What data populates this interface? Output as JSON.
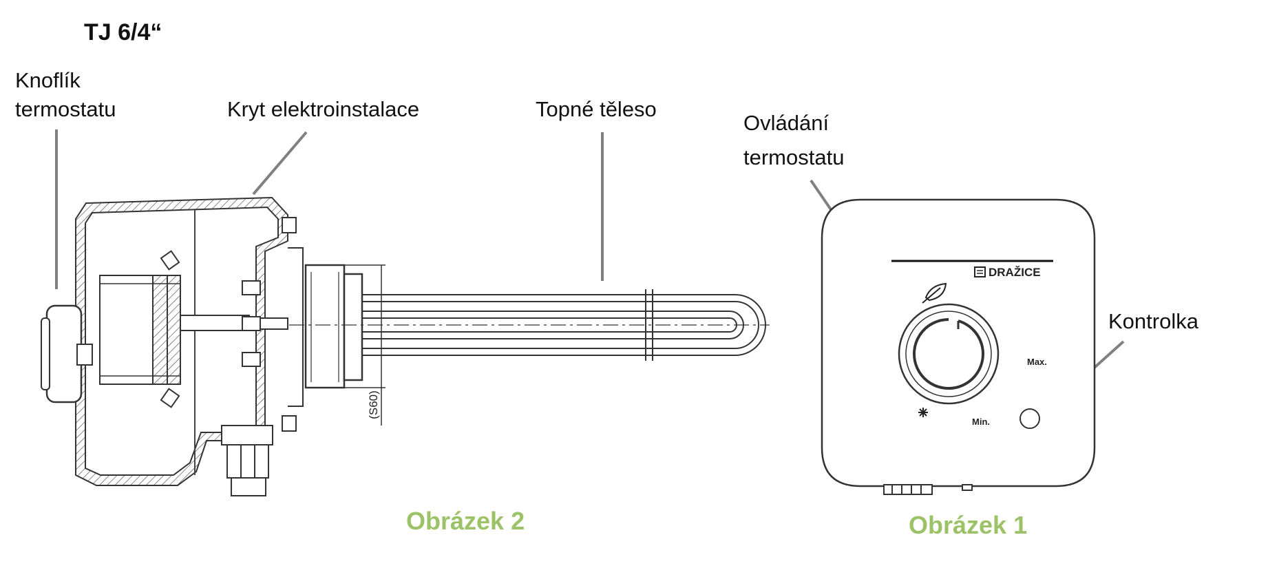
{
  "title": "TJ 6/4“",
  "labels": {
    "knob_line1": "Knoflík",
    "knob_line2": "termostatu",
    "cover": "Kryt elektroinstalace",
    "heater": "Topné těleso",
    "control_line1": "Ovládání",
    "control_line2": "termostatu",
    "indicator": "Kontrolka"
  },
  "captions": {
    "figure2": "Obrázek 2",
    "figure1": "Obrázek 1"
  },
  "drawing": {
    "dimension": "(S60)",
    "brand": "DRAŽICE",
    "max": "Max.",
    "min": "Min."
  },
  "colors": {
    "caption": "#9bc266",
    "leader": "#808080",
    "line": "#333333"
  }
}
